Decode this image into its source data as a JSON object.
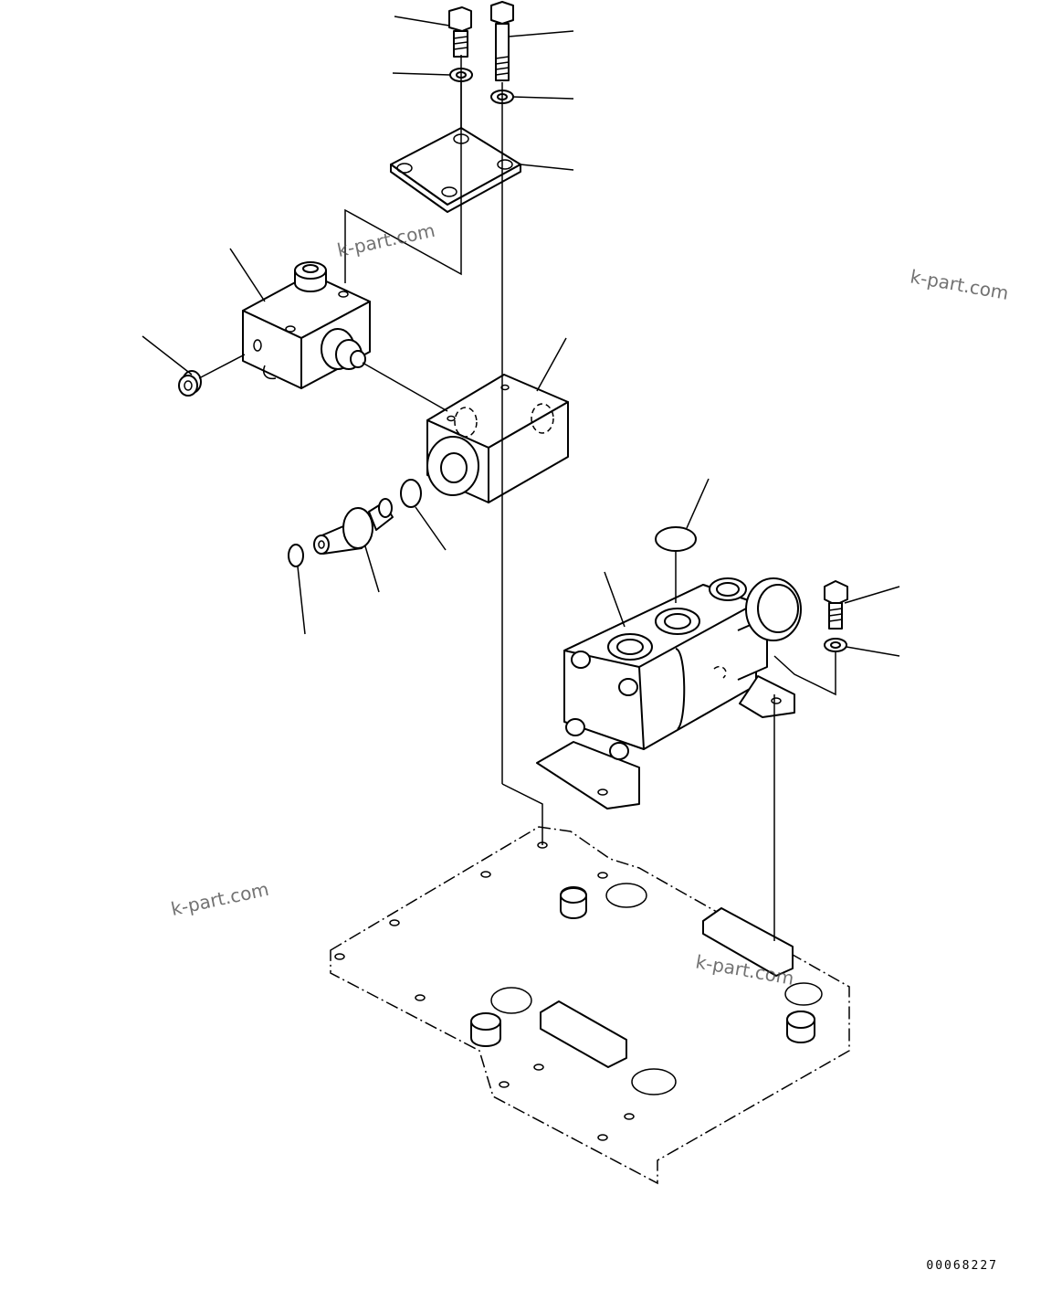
{
  "watermarks": [
    "k-part.com",
    "k-part.com",
    "k-part.com",
    "k-part.com"
  ],
  "drawing_code": "00068227"
}
